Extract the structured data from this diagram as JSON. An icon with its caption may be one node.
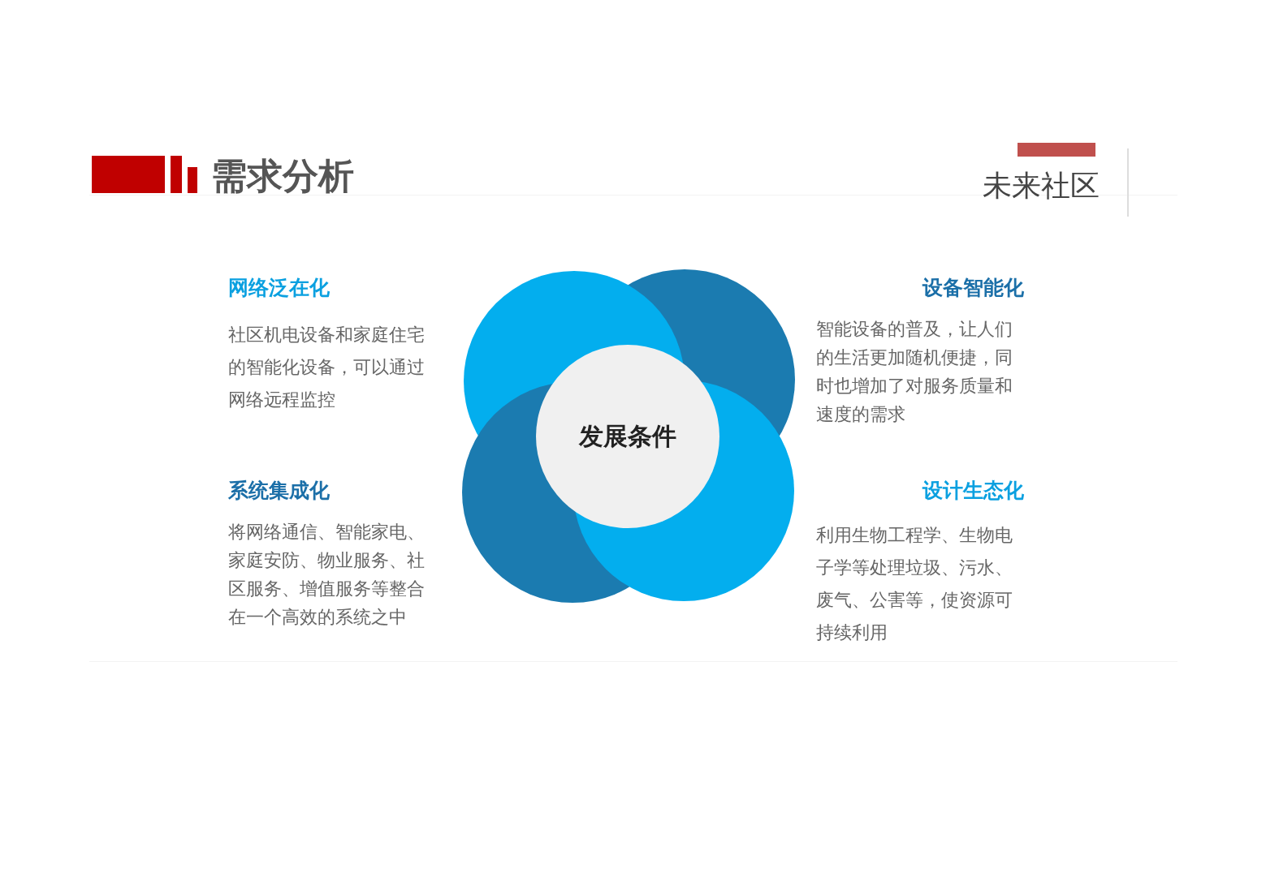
{
  "diagram": {
    "title": "需求分析",
    "nodes": [
      {
        "text": [
          "发展条件"
        ]
      }
    ],
    "labels": [
      "未来社区",
      "网络泛在化",
      "社区机电设备和家庭住宅的智能化设备，可以通过网络远程监控",
      "设备智能化",
      "智能设备的普及，让人们的生活更加随机便捷，同时也增加了对服务质量和速度的需求",
      "系统集成化",
      "将网络通信、智能家电、家庭安防、物业服务、社区服务、增值服务等整合在一个高效的系统之中",
      "设计生态化",
      "利用生物工程学、生物电子学等处理垃圾、污水、废气、公害等，使资源可持续利用"
    ]
  }
}
